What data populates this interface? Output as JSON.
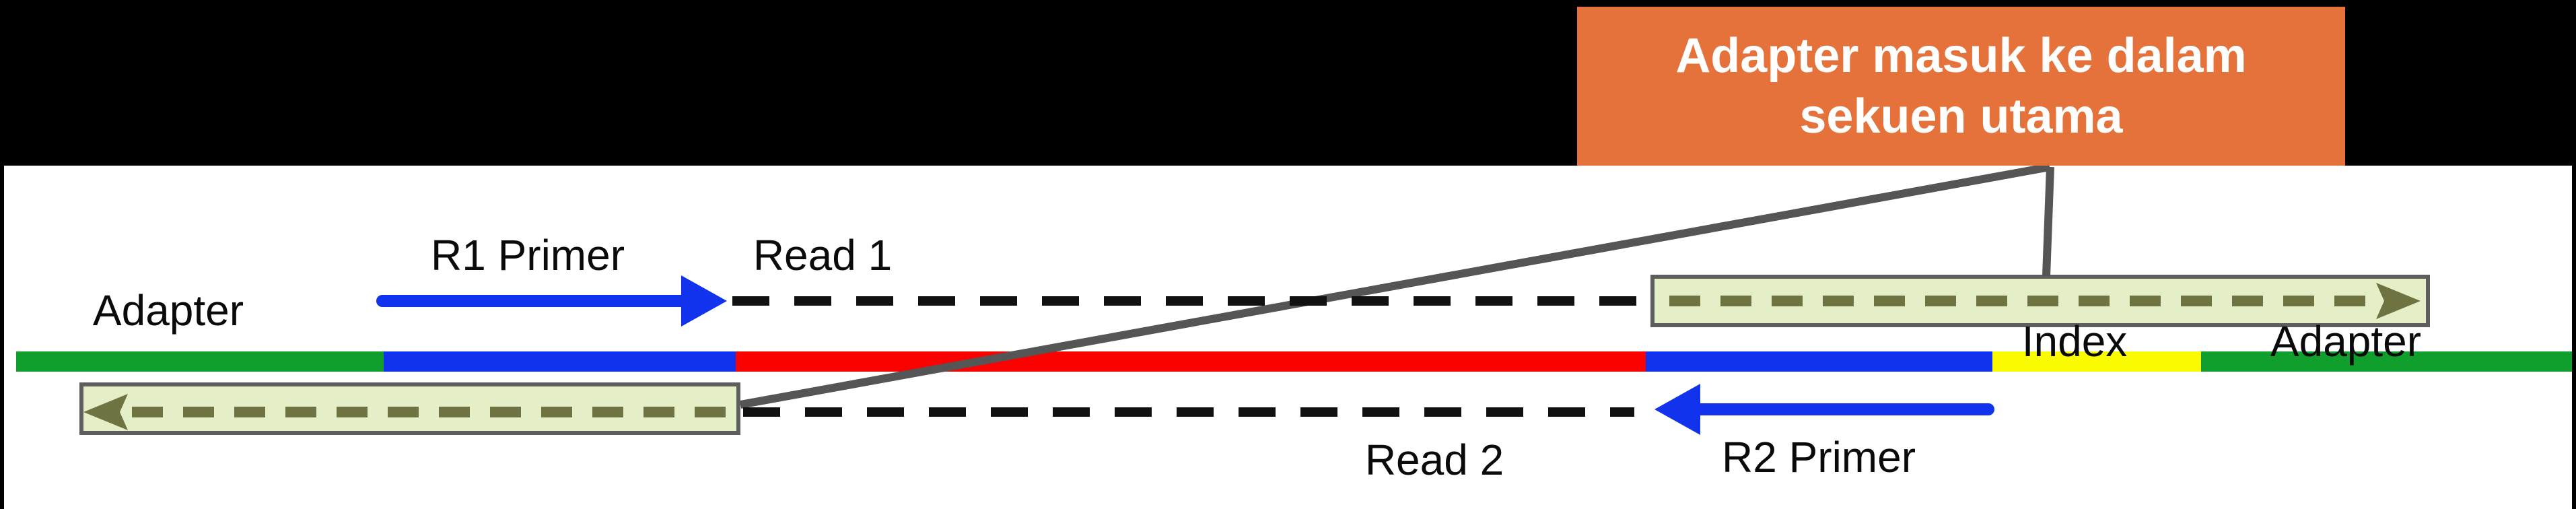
{
  "diagram_title": "Illumina paired-end read adapter read-through diagram",
  "callout": {
    "line1": "Adapter masuk ke dalam",
    "line2": "sekuen utama",
    "bg_color": "#E5723A",
    "text_color": "#FFFFFF"
  },
  "labels": {
    "adapter_left": "Adapter",
    "r1_primer": "R1 Primer",
    "read1": "Read 1",
    "index": "Index",
    "adapter_right": "Adapter",
    "read2": "Read 2",
    "r2_primer": "R2 Primer"
  },
  "fragment_bar": {
    "segments": [
      {
        "name": "adapter-left",
        "color": "#109E2D"
      },
      {
        "name": "r1-primer-site",
        "color": "#1233EE"
      },
      {
        "name": "insert",
        "color": "#FA0200"
      },
      {
        "name": "r2-primer-site",
        "color": "#1233EE"
      },
      {
        "name": "index",
        "color": "#FBFB00"
      },
      {
        "name": "adapter-right",
        "color": "#109E2D"
      }
    ]
  },
  "highlight_boxes": {
    "fill_color": "#E4EFC7",
    "border_color": "#5E5E5E",
    "dash_arrow_color": "#6F7342",
    "left_box_arrow_direction": "left",
    "right_box_arrow_direction": "right"
  },
  "connectors": {
    "color": "#555555",
    "from": "callout bottom",
    "targets": [
      "left highlight box",
      "right highlight box"
    ]
  },
  "read_lines": {
    "dash_color": "#111111",
    "primer_arrow_color": "#1233EE"
  }
}
